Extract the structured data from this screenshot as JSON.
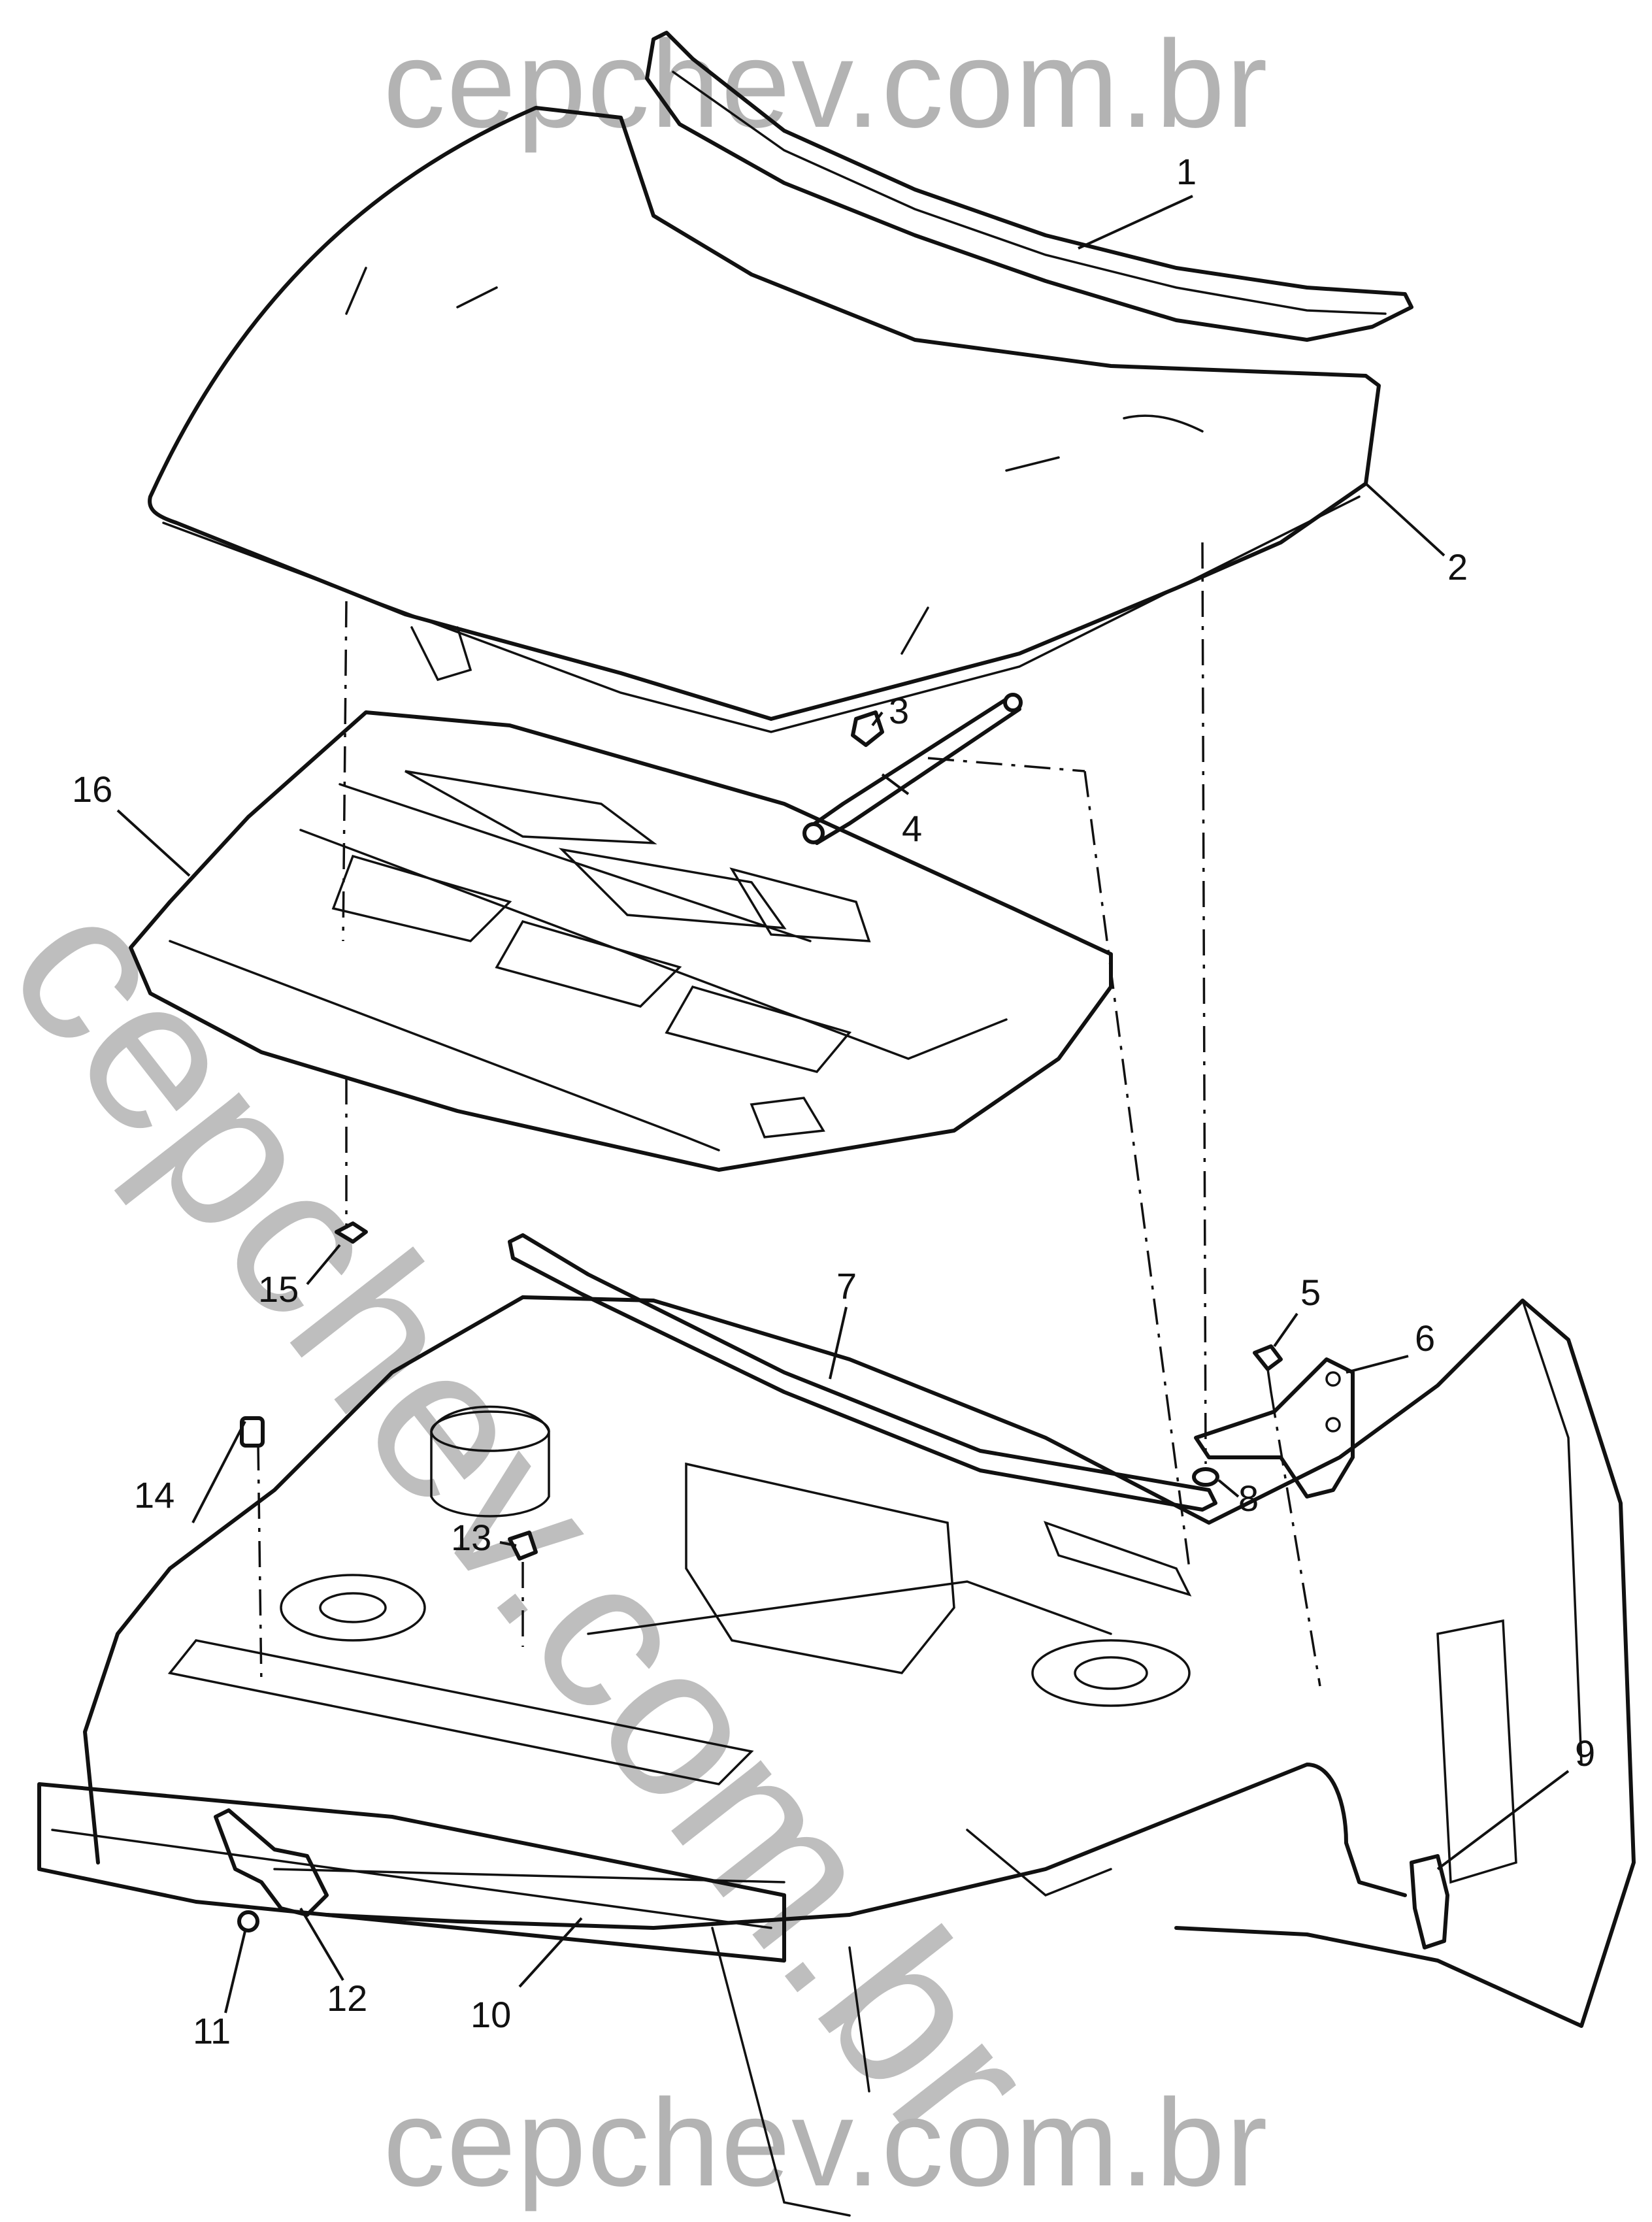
{
  "watermark": {
    "top": "cepchev.com.br",
    "bottom": "cepchev.com.br",
    "diagonal": "cepchev.com.br"
  },
  "callouts": {
    "c1": "1",
    "c2": "2",
    "c3": "3",
    "c4": "4",
    "c5": "5",
    "c6": "6",
    "c7": "7",
    "c8": "8",
    "c9": "9",
    "c10": "10",
    "c11": "11",
    "c12": "12",
    "c13": "13",
    "c14": "14",
    "c15": "15",
    "c16": "16"
  }
}
